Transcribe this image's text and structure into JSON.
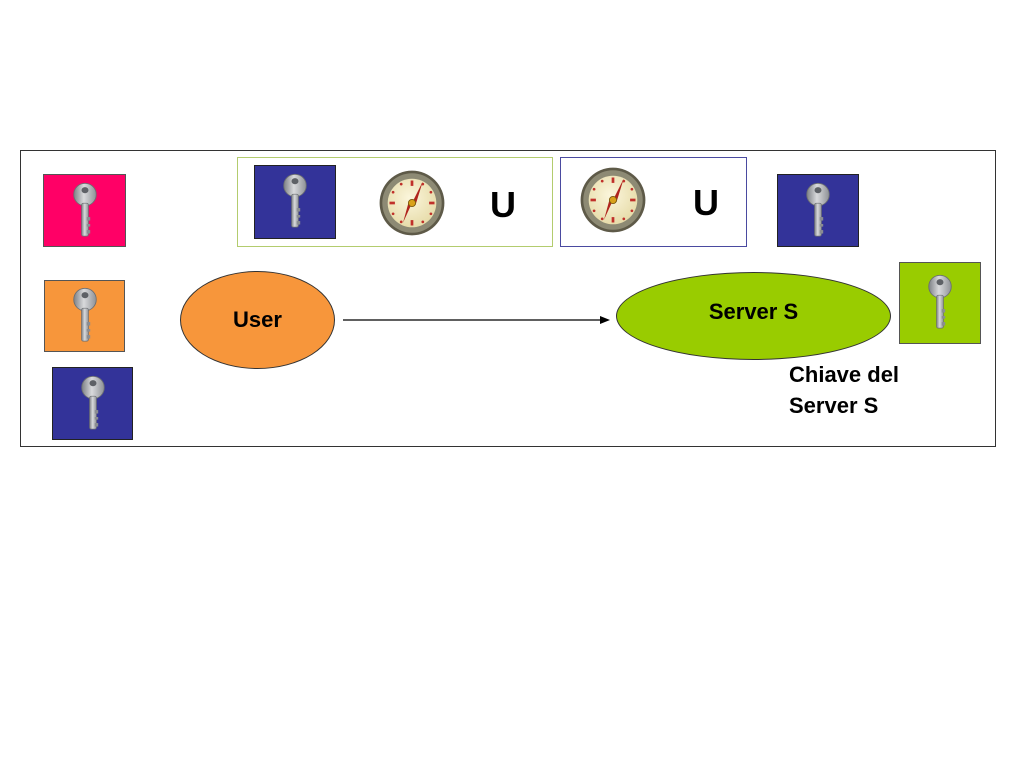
{
  "colors": {
    "magenta": "#ff0066",
    "orange": "#f7963b",
    "navy": "#333399",
    "green": "#99cc00",
    "ticket_green_border": "#b3cc6e",
    "ticket_blue_border": "#4a4aa0",
    "user_fill": "#f7963b",
    "server_fill": "#99cc00"
  },
  "icons": {
    "key": "key-icon",
    "clock": "clock-icon",
    "arrow": "arrow-right-icon"
  },
  "ticket_left": {
    "label": "U"
  },
  "ticket_right": {
    "label": "U"
  },
  "user_node": {
    "label": "User"
  },
  "server_node": {
    "label": "Server S"
  },
  "server_key_caption": {
    "line1": "Chiave del",
    "line2": "Server S"
  }
}
